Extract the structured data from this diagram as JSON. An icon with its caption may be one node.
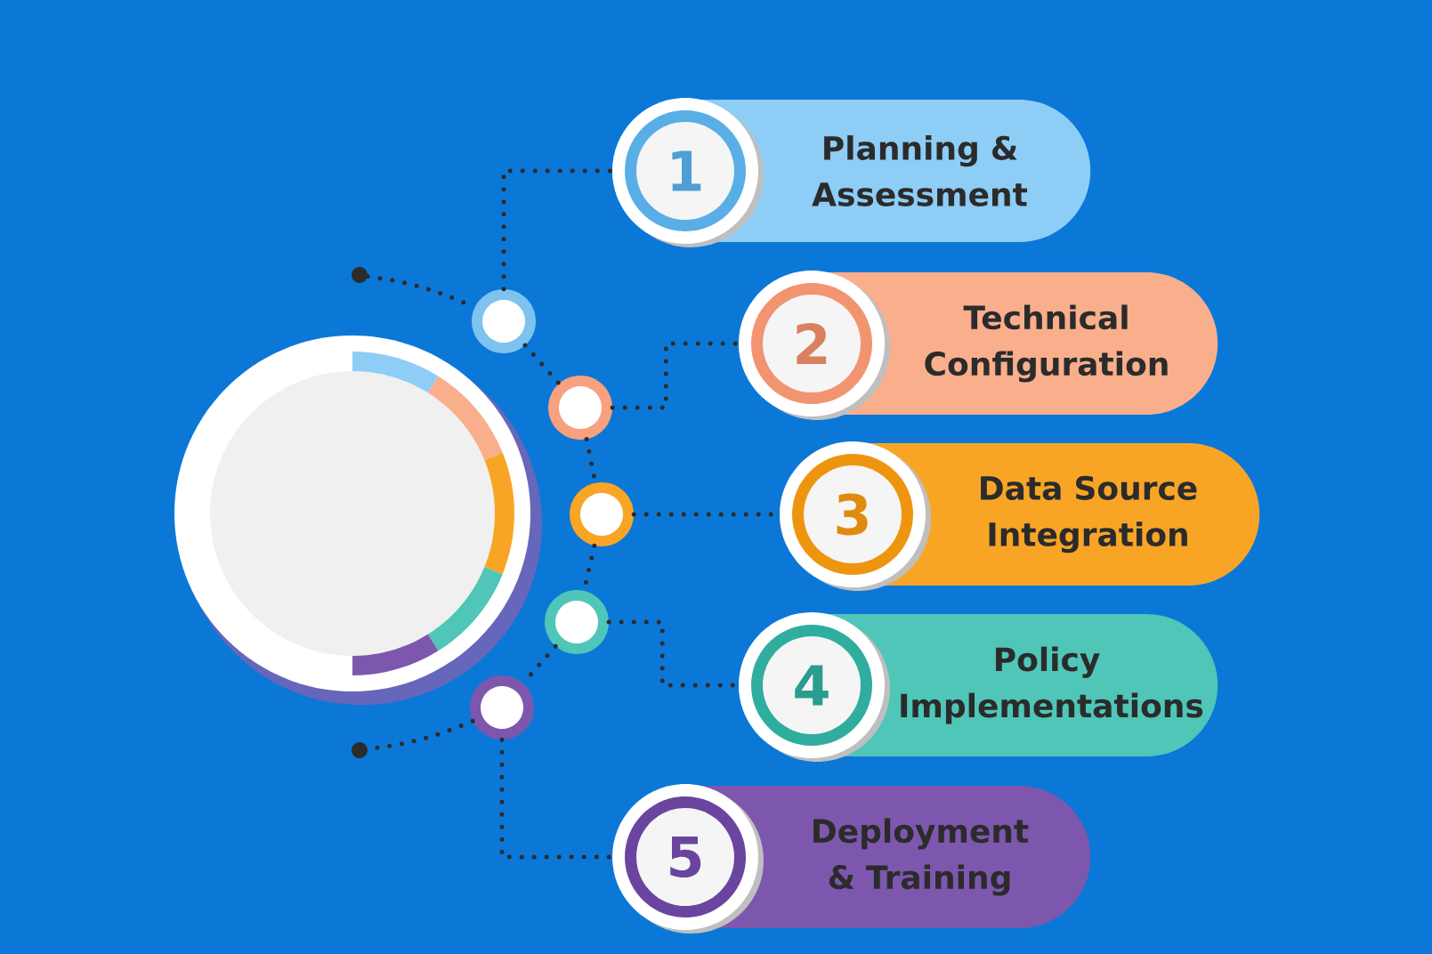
{
  "diagram": {
    "nodes": [
      {
        "text": [
          "1",
          "Planning & Assessment"
        ]
      },
      {
        "text": [
          "2",
          "Technical Configuration"
        ]
      },
      {
        "text": [
          "3",
          "Data Source Integration"
        ]
      },
      {
        "text": [
          "4",
          "Policy Implementations"
        ]
      },
      {
        "text": [
          "5",
          "Deployment & Training"
        ]
      },
      {
        "text": [],
        "shape": "circle"
      },
      {
        "text": [],
        "shape": "circle"
      },
      {
        "text": [],
        "shape": "circle"
      },
      {
        "text": [],
        "shape": "circle"
      },
      {
        "text": [],
        "shape": "circle"
      },
      {
        "text": [],
        "shape": "circle"
      },
      {
        "text": [],
        "shape": "circle"
      }
    ],
    "edges": [
      {
        "from": 5,
        "to": 0,
        "arrow": "none"
      },
      {
        "from": 6,
        "to": 1,
        "arrow": "none"
      },
      {
        "from": 7,
        "to": 2,
        "arrow": "none"
      },
      {
        "from": 8,
        "to": 3,
        "arrow": "none"
      },
      {
        "from": 9,
        "to": 4,
        "arrow": "none"
      },
      {
        "from": 10,
        "to": 5,
        "arrow": "none"
      },
      {
        "from": 5,
        "to": 6,
        "arrow": "none"
      },
      {
        "from": 6,
        "to": 7,
        "arrow": "none"
      },
      {
        "from": 7,
        "to": 8,
        "arrow": "none"
      },
      {
        "from": 8,
        "to": 9,
        "arrow": "none"
      },
      {
        "from": 9,
        "to": 11,
        "arrow": "none"
      }
    ]
  }
}
